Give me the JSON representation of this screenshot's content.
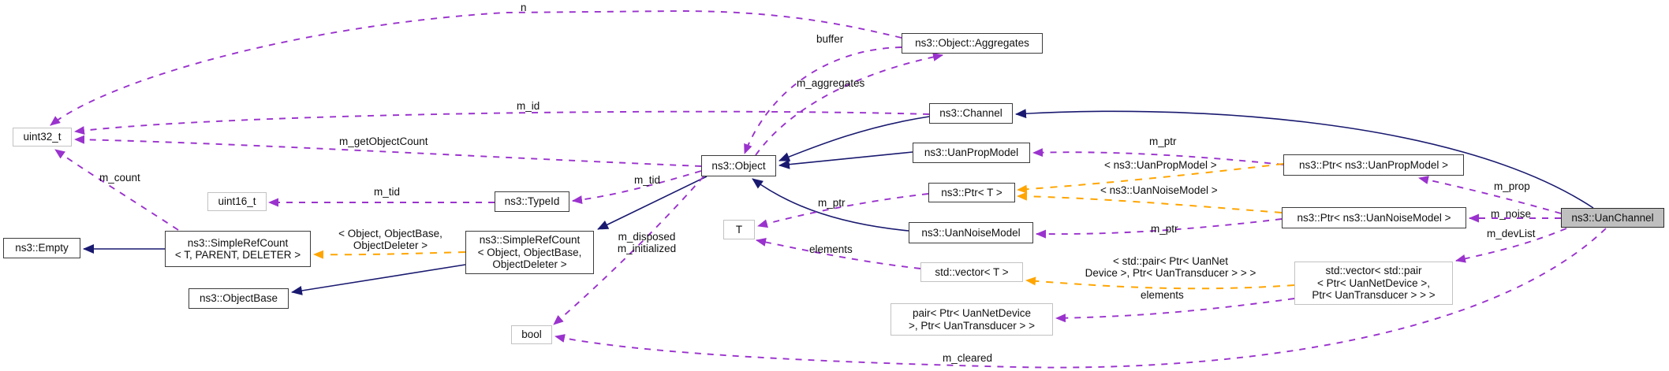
{
  "diagram": {
    "type": "collaboration-graph",
    "main_class": "ns3::UanChannel",
    "colors": {
      "background": "#ffffff",
      "usage_edge": "#9a32cd",
      "template_edge": "#ffa500",
      "inheritance_edge": "#191970",
      "class_border": "#3c3c3c",
      "external_border": "#c2c2c2",
      "main_node_fill": "#bfbfbf"
    },
    "nodes": [
      {
        "id": "uint32",
        "kind": "external",
        "lines": [
          "uint32_t"
        ]
      },
      {
        "id": "empty",
        "kind": "class",
        "lines": [
          "ns3::Empty"
        ]
      },
      {
        "id": "srct",
        "kind": "class",
        "lines": [
          "ns3::SimpleRefCount",
          "< T, PARENT, DELETER >"
        ]
      },
      {
        "id": "uint16",
        "kind": "external",
        "lines": [
          "uint16_t"
        ]
      },
      {
        "id": "objectbase",
        "kind": "class",
        "lines": [
          "ns3::ObjectBase"
        ]
      },
      {
        "id": "typeid",
        "kind": "class",
        "lines": [
          "ns3::TypeId"
        ]
      },
      {
        "id": "srcobj",
        "kind": "class",
        "lines": [
          "ns3::SimpleRefCount",
          "< Object, ObjectBase,",
          "ObjectDeleter >"
        ]
      },
      {
        "id": "bool",
        "kind": "external",
        "lines": [
          "bool"
        ]
      },
      {
        "id": "object",
        "kind": "class",
        "lines": [
          "ns3::Object"
        ]
      },
      {
        "id": "t",
        "kind": "external",
        "lines": [
          "T"
        ]
      },
      {
        "id": "aggregates",
        "kind": "class",
        "lines": [
          "ns3::Object::Aggregates"
        ]
      },
      {
        "id": "channel",
        "kind": "class",
        "lines": [
          "ns3::Channel"
        ]
      },
      {
        "id": "uanprop",
        "kind": "class",
        "lines": [
          "ns3::UanPropModel"
        ]
      },
      {
        "id": "ptrt",
        "kind": "class",
        "lines": [
          "ns3::Ptr< T >"
        ]
      },
      {
        "id": "uannoise",
        "kind": "class",
        "lines": [
          "ns3::UanNoiseModel"
        ]
      },
      {
        "id": "vectort",
        "kind": "external",
        "lines": [
          "std::vector< T >"
        ]
      },
      {
        "id": "pair",
        "kind": "external",
        "lines": [
          "pair< Ptr< UanNetDevice",
          " >, Ptr< UanTransducer > >"
        ]
      },
      {
        "id": "ptrprop",
        "kind": "class",
        "lines": [
          "ns3::Ptr< ns3::UanPropModel >"
        ]
      },
      {
        "id": "ptrnoise",
        "kind": "class",
        "lines": [
          "ns3::Ptr< ns3::UanNoiseModel >"
        ]
      },
      {
        "id": "vectorpair",
        "kind": "external",
        "lines": [
          "std::vector< std::pair",
          "< Ptr< UanNetDevice >,",
          "Ptr< UanTransducer > > >"
        ]
      },
      {
        "id": "uanchannel",
        "kind": "main",
        "lines": [
          "ns3::UanChannel"
        ]
      }
    ],
    "edges": [
      {
        "id": "e_srct_empty",
        "from": "srct",
        "to": "empty",
        "rel": "inheritance",
        "label": ""
      },
      {
        "id": "e_srcobj_objbase",
        "from": "srcobj",
        "to": "objectbase",
        "rel": "inheritance",
        "label": ""
      },
      {
        "id": "e_obj_srcobj",
        "from": "object",
        "to": "srcobj",
        "rel": "inheritance",
        "label": ""
      },
      {
        "id": "e_channel_obj",
        "from": "channel",
        "to": "object",
        "rel": "inheritance",
        "label": ""
      },
      {
        "id": "e_prop_obj",
        "from": "uanprop",
        "to": "object",
        "rel": "inheritance",
        "label": ""
      },
      {
        "id": "e_noise_obj",
        "from": "uannoise",
        "to": "object",
        "rel": "inheritance",
        "label": ""
      },
      {
        "id": "e_uan_channel",
        "from": "uanchannel",
        "to": "channel",
        "rel": "inheritance",
        "label": ""
      },
      {
        "id": "e_n",
        "from": "aggregates",
        "to": "uint32",
        "rel": "usage",
        "label": "n"
      },
      {
        "id": "e_buffer",
        "from": "aggregates",
        "to": "object",
        "rel": "usage",
        "label": "buffer"
      },
      {
        "id": "e_maggr",
        "from": "object",
        "to": "aggregates",
        "rel": "usage",
        "label": "m_aggregates"
      },
      {
        "id": "e_mid",
        "from": "channel",
        "to": "uint32",
        "rel": "usage",
        "label": "m_id"
      },
      {
        "id": "e_mgoc",
        "from": "object",
        "to": "uint32",
        "rel": "usage",
        "label": "m_getObjectCount"
      },
      {
        "id": "e_mcount",
        "from": "srct",
        "to": "uint32",
        "rel": "usage",
        "label": "m_count"
      },
      {
        "id": "e_mtid1",
        "from": "typeid",
        "to": "uint16",
        "rel": "usage",
        "label": "m_tid"
      },
      {
        "id": "e_mtid2",
        "from": "object",
        "to": "typeid",
        "rel": "usage",
        "label": "m_tid"
      },
      {
        "id": "e_mdisp",
        "from": "object",
        "to": "bool",
        "rel": "usage",
        "label_lines": [
          "m_disposed",
          "m_initialized"
        ]
      },
      {
        "id": "e_mcleared",
        "from": "uanchannel",
        "to": "bool",
        "rel": "usage",
        "label": "m_cleared"
      },
      {
        "id": "e_mptr_t",
        "from": "ptrt",
        "to": "t",
        "rel": "usage",
        "label": "m_ptr"
      },
      {
        "id": "e_elem_t",
        "from": "vectort",
        "to": "t",
        "rel": "usage",
        "label": "elements"
      },
      {
        "id": "e_mptr_prop",
        "from": "ptrprop",
        "to": "uanprop",
        "rel": "usage",
        "label": "m_ptr"
      },
      {
        "id": "e_mptr_noise",
        "from": "ptrnoise",
        "to": "uannoise",
        "rel": "usage",
        "label": "m_ptr"
      },
      {
        "id": "e_mprop",
        "from": "uanchannel",
        "to": "ptrprop",
        "rel": "usage",
        "label": "m_prop"
      },
      {
        "id": "e_mnoise",
        "from": "uanchannel",
        "to": "ptrnoise",
        "rel": "usage",
        "label": "m_noise"
      },
      {
        "id": "e_mdevlist",
        "from": "uanchannel",
        "to": "vectorpair",
        "rel": "usage",
        "label": "m_devList"
      },
      {
        "id": "e_elem_pair",
        "from": "vectorpair",
        "to": "pair",
        "rel": "usage",
        "label": "elements"
      },
      {
        "id": "e_t_srcobj",
        "from": "srcobj",
        "to": "srct",
        "rel": "template",
        "label_lines": [
          "< Object, ObjectBase,",
          "ObjectDeleter >"
        ]
      },
      {
        "id": "e_t_prop",
        "from": "ptrprop",
        "to": "ptrt",
        "rel": "template",
        "label": "< ns3::UanPropModel >"
      },
      {
        "id": "e_t_noise",
        "from": "ptrnoise",
        "to": "ptrt",
        "rel": "template",
        "label": "< ns3::UanNoiseModel >"
      },
      {
        "id": "e_t_vec",
        "from": "vectorpair",
        "to": "vectort",
        "rel": "template",
        "label_lines": [
          "< std::pair< Ptr< UanNet",
          "Device >, Ptr< UanTransducer > > >"
        ]
      }
    ]
  }
}
